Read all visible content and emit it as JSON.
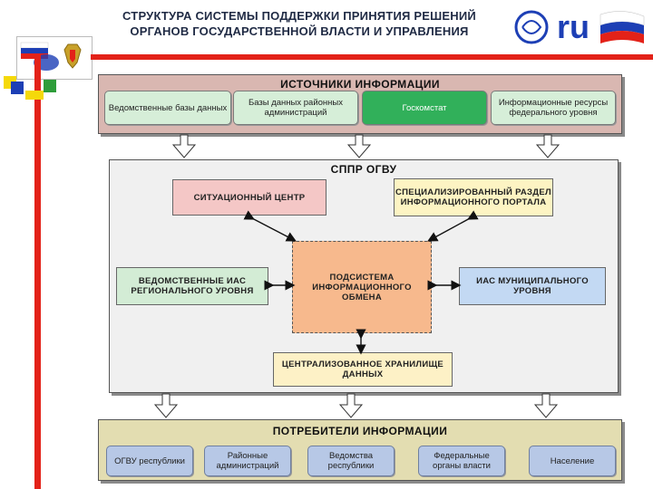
{
  "header": {
    "title_line1": "СТРУКТУРА СИСТЕМЫ ПОДДЕРЖКИ ПРИНЯТИЯ РЕШЕНИЙ",
    "title_line2": "ОРГАНОВ ГОСУДАРСТВЕННОЙ ВЛАСТИ И УПРАВЛЕНИЯ",
    "logo_right_text": "ru"
  },
  "colors": {
    "accent_red": "#e32219",
    "square_yellow": "#f5d90a",
    "square_blue": "#1d3fb5",
    "square_green": "#2e9d3a"
  },
  "sources": {
    "title": "ИСТОЧНИКИ ИНФОРМАЦИИ",
    "items": [
      "Ведомственные базы данных",
      "Базы данных районных администраций",
      "Госкомстат",
      "Информационные ресурсы федерального уровня"
    ]
  },
  "sppr": {
    "title": "СППР ОГВУ",
    "situation_center": "СИТУАЦИОННЫЙ ЦЕНТР",
    "portal_section": "СПЕЦИАЛИЗИРОВАННЫЙ РАЗДЕЛ ИНФОРМАЦИОННОГО ПОРТАЛА",
    "exchange": "ПОДСИСТЕМА ИНФОРМАЦИОННОГО ОБМЕНА",
    "regional_ias": "ВЕДОМСТВЕННЫЕ ИАС РЕГИОНАЛЬНОГО УРОВНЯ",
    "municipal_ias": "ИАС МУНИЦИПАЛЬНОГО УРОВНЯ",
    "storage": "ЦЕНТРАЛИЗОВАННОЕ ХРАНИЛИЩЕ ДАННЫХ"
  },
  "consumers": {
    "title": "ПОТРЕБИТЕЛИ ИНФОРМАЦИИ",
    "items": [
      "ОГВУ республики",
      "Районные администраций",
      "Ведомства республики",
      "Федеральные органы власти",
      "Население"
    ]
  }
}
